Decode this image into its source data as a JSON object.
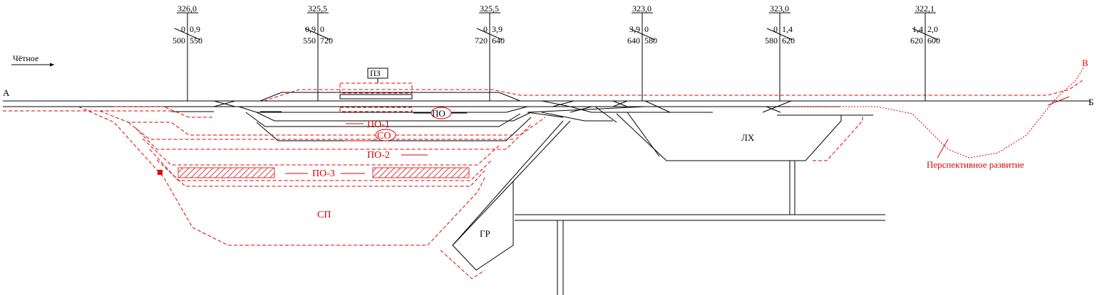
{
  "direction_label": "Чётное",
  "stations": {
    "a": "А",
    "b": "Б",
    "v": "В"
  },
  "profile_marks": [
    {
      "km": "326,0",
      "left_top": "0",
      "right_top": "0,9",
      "left_bottom": "500",
      "right_bottom": "550"
    },
    {
      "km": "325,5",
      "left_top": "0,9",
      "right_top": "0",
      "left_bottom": "550",
      "right_bottom": "720"
    },
    {
      "km": "325,5",
      "left_top": "0",
      "right_top": "3,9",
      "left_bottom": "720",
      "right_bottom": "640"
    },
    {
      "km": "323,0",
      "left_top": "3,9",
      "right_top": "0",
      "left_bottom": "640",
      "right_bottom": "580"
    },
    {
      "km": "323,0",
      "left_top": "0",
      "right_top": "1,4",
      "left_bottom": "580",
      "right_bottom": "620"
    },
    {
      "km": "322,1",
      "left_top": "1,4",
      "right_top": "2,0",
      "left_bottom": "620",
      "right_bottom": "600"
    }
  ],
  "parks": {
    "pz": "ПЗ",
    "po": "ПО",
    "po1": "ПО-1",
    "so": "СО",
    "po2": "ПО-2",
    "po3": "ПО-3",
    "sp": "СП",
    "lh": "ЛХ",
    "gr": "ГР"
  },
  "future_label": "Перспективное развитие",
  "colors": {
    "existing": "#000000",
    "projected": "#e00000"
  }
}
